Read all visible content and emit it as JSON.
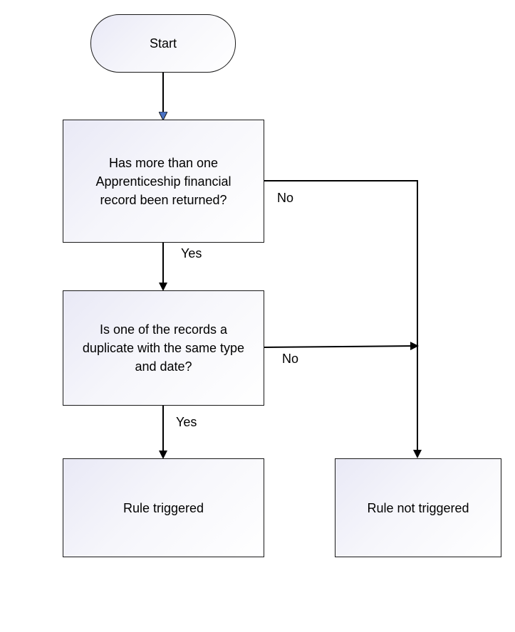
{
  "nodes": {
    "start": "Start",
    "q1": "Has more than one Apprenticeship financial record been returned?",
    "q2": "Is one of the records a duplicate with the same type and date?",
    "triggered": "Rule triggered",
    "not_triggered": "Rule not triggered"
  },
  "edges": {
    "q1_yes": "Yes",
    "q1_no": "No",
    "q2_yes": "Yes",
    "q2_no": "No"
  },
  "colors": {
    "line": "#000000",
    "start_arrowhead": "#4a72c4",
    "node_fill_dark": "#e9e9f6",
    "node_fill_light": "#ffffff"
  }
}
